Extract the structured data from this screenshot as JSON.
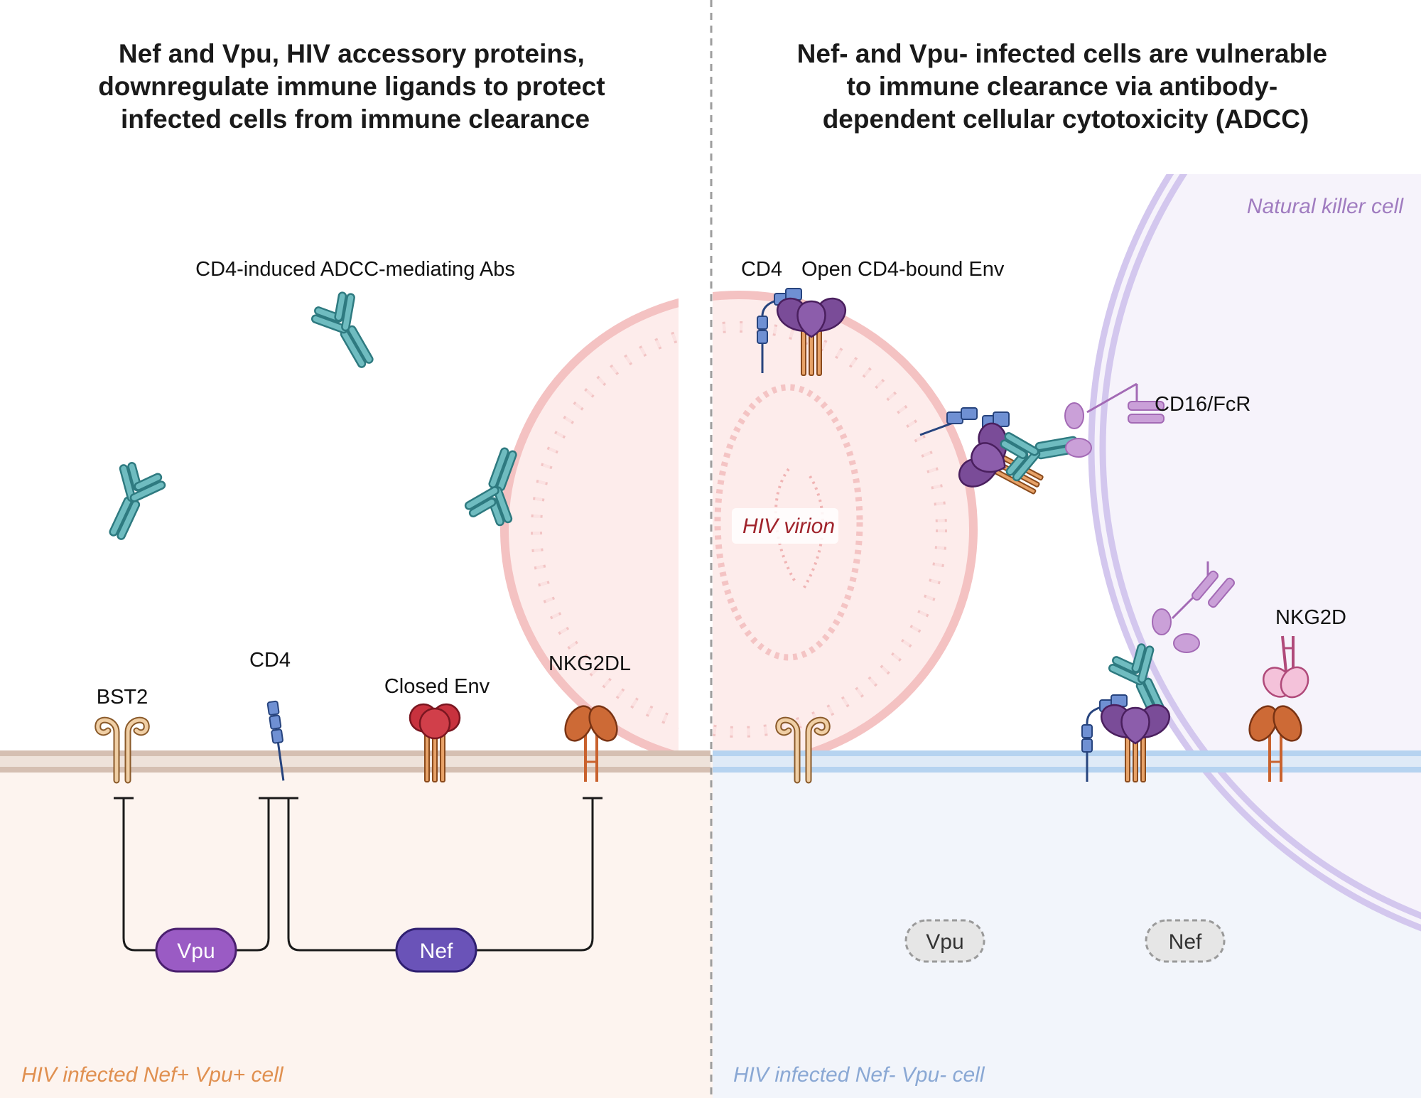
{
  "left_panel": {
    "title_lines": [
      "Nef and Vpu, HIV accessory proteins,",
      "downregulate immune ligands to protect",
      "infected cells from immune clearance"
    ],
    "antibodies_label": "CD4-induced ADCC-mediating Abs",
    "labels": {
      "bst2": "BST2",
      "cd4": "CD4",
      "closed_env": "Closed Env",
      "nkg2dl": "NKG2DL"
    },
    "vpu": "Vpu",
    "nef": "Nef",
    "cell_label": "HIV infected Nef+ Vpu+ cell"
  },
  "right_panel": {
    "title_lines": [
      "Nef- and Vpu- infected cells are vulnerable",
      "to immune clearance via antibody-",
      "dependent cellular cytotoxicity (ADCC)"
    ],
    "labels": {
      "cd4": "CD4",
      "open_env": "Open CD4-bound Env",
      "cd16": "CD16/FcR",
      "nkg2d": "NKG2D",
      "nk_cell": "Natural killer cell",
      "virion": "HIV virion"
    },
    "vpu": "Vpu",
    "nef": "Nef",
    "cell_label": "HIV infected Nef- Vpu- cell"
  },
  "colors": {
    "left_cell_fill": "#fdf4ef",
    "right_cell_fill": "#f2f5fb",
    "left_membrane": "#d9c3b6",
    "right_membrane": "#b9d5f0",
    "antibody": "#4fa2a8",
    "vpu_pill": "#9a5bc4",
    "nef_pill": "#6a53b8",
    "closed_env": "#c8323e",
    "open_env": "#7b54a2",
    "cd4": "#5b7fc7",
    "bst2": "#e9c49a",
    "nkg2dl": "#c9622e",
    "nk_cell": "#c8bde8",
    "virion": "#f4c2c2",
    "left_cell_label": "#e09050",
    "right_cell_label": "#8aa8d4",
    "nk_label": "#a07cc0",
    "virion_label": "#a0242c"
  }
}
